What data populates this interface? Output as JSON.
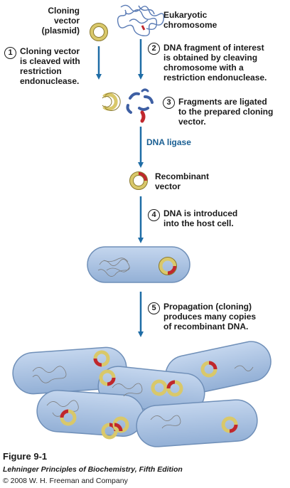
{
  "labels": {
    "cloning_vector": "Cloning\nvector\n(plasmid)",
    "eukaryotic": "Eukaryotic\nchromosome",
    "recombinant": "Recombinant\nvector",
    "dna_ligase": "DNA ligase"
  },
  "steps": [
    {
      "num": "1",
      "text": "Cloning vector\nis cleaved with\nrestriction\nendonuclease."
    },
    {
      "num": "2",
      "text": "DNA fragment of interest\nis obtained by cleaving\nchromosome with a\nrestriction endonuclease."
    },
    {
      "num": "3",
      "text": "Fragments are ligated\nto the prepared cloning\nvector."
    },
    {
      "num": "4",
      "text": "DNA is introduced\ninto the host cell."
    },
    {
      "num": "5",
      "text": "Propagation (cloning)\nproduces many copies\nof recombinant DNA."
    }
  ],
  "caption": {
    "title": "Figure 9-1",
    "book": "Lehninger Principles of Biochemistry, Fifth Edition",
    "copyright": "© 2008 W. H. Freeman and Company"
  },
  "colors": {
    "arrow": "#1f6da6",
    "plasmid_fill": "#f3e6a6",
    "plasmid_stroke": "#9a8a3a",
    "insert": "#c0272d",
    "cell_fill": "#a9c3e2",
    "cell_stroke": "#6f8fb8",
    "fragment": "#3e5fa3"
  }
}
